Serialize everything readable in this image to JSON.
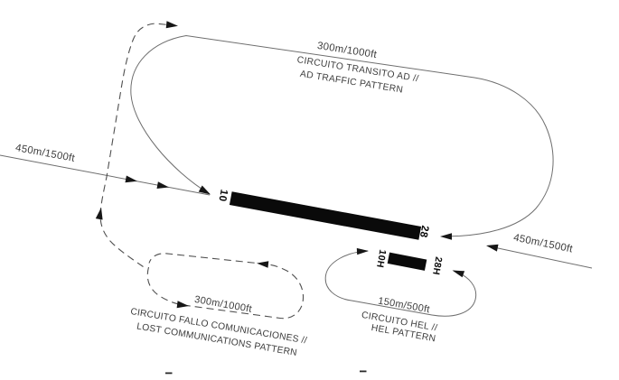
{
  "diagram": {
    "title_semantic": "AD visual approach / traffic pattern chart",
    "ad_pattern": {
      "altitude": "300m/1000ft",
      "title_es": "CIRCUITO TRANSITO AD //",
      "title_en": "AD TRAFFIC PATTERN"
    },
    "approach_west": {
      "label": "450m/1500ft"
    },
    "approach_east": {
      "label": "450m/1500ft"
    },
    "runway": {
      "threshold_west": "10",
      "threshold_east": "28"
    },
    "hel_pattern": {
      "threshold_west": "10H",
      "threshold_east": "28H",
      "altitude": "150m/500ft",
      "title_es": "CIRCUITO HEL //",
      "title_en": "HEL PATTERN"
    },
    "lost_comms_pattern": {
      "altitude": "300m/1000ft",
      "title_es": "CIRCUITO FALLO COMUNICACIONES //",
      "title_en": "LOST COMMUNICATIONS PATTERN"
    },
    "colors": {
      "track_line": "#6e6e6e",
      "dashed_line": "#4f4f4f",
      "runway_fill": "#0a0a0a",
      "text": "#3d3d3d",
      "background": "#ffffff"
    }
  }
}
